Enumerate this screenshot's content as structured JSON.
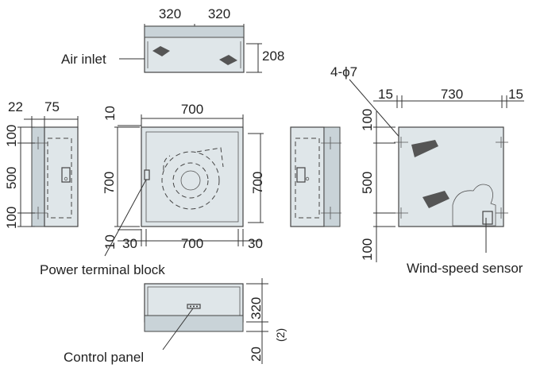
{
  "labels": {
    "air_inlet": "Air inlet",
    "power_terminal_block": "Power terminal block",
    "control_panel": "Control panel",
    "wind_speed_sensor": "Wind-speed sensor",
    "holes": "4-ϕ7"
  },
  "top_view": {
    "width_left": "320",
    "width_right": "320",
    "depth": "208"
  },
  "side_view": {
    "dim_22": "22",
    "dim_75": "75",
    "dim_100_top": "100",
    "dim_500": "500",
    "dim_100_bottom": "100"
  },
  "front_view": {
    "width_top": "700",
    "height_left": "700",
    "height_right": "700",
    "top_offset": "10",
    "bottom_offset": "10",
    "left_margin": "30",
    "bottom_width": "700",
    "right_margin": "30"
  },
  "rear_view": {
    "left_15": "15",
    "width_730": "730",
    "right_15": "15",
    "dim_100_top": "100",
    "dim_500": "500",
    "dim_100_bottom": "100"
  },
  "bottom_view": {
    "height_320": "320",
    "note_2": "(2)",
    "dim_20": "20"
  }
}
